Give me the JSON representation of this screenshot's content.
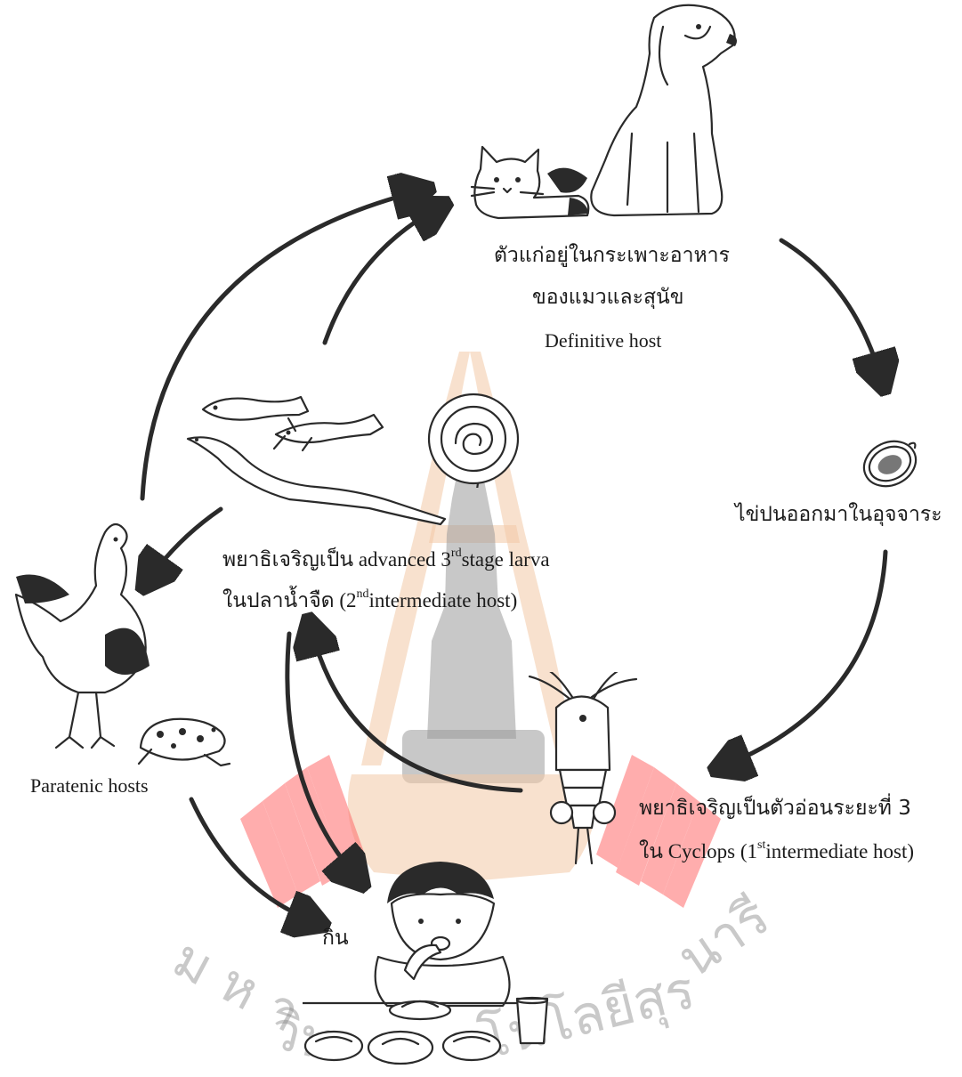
{
  "labels": {
    "definitive_thai_line1": "ตัวแก่อยู่ในกระเพาะอาหาร",
    "definitive_thai_line2": "ของแมวและสุนัข",
    "definitive_eng": "Definitive host",
    "eggs_thai": "ไข่ปนออกมาในอุจจาระ",
    "cyclops_thai": "พยาธิเจริญเป็นตัวอ่อนระยะที่ 3",
    "cyclops_line2_prefix": "ใน Cyclops (1",
    "cyclops_line2_sup": "st",
    "cyclops_line2_suffix": "intermediate host)",
    "fish_line1_prefix": "พยาธิเจริญเป็น advanced 3",
    "fish_line1_sup": "rd",
    "fish_line1_suffix": "stage larva",
    "fish_line2_prefix": "ในปลาน้ำจืด (2",
    "fish_line2_sup": "nd",
    "fish_line2_suffix": "intermediate host)",
    "paratenic": "Paratenic hosts",
    "eat_thai": "กิน"
  },
  "watermark": {
    "text": "มหาวิทยาลัยเทคโนโลยีสุรนารี",
    "colors": {
      "orange": "#f2c9a6",
      "red": "#ff6b6b",
      "grey": "#9a9a9a"
    }
  },
  "icons": [
    "dog-icon",
    "cat-icon",
    "egg-icon",
    "cyclops-icon",
    "fish-icon",
    "eel-icon",
    "larva-cyst-icon",
    "rooster-icon",
    "frog-icon",
    "child-eating-icon",
    "food-bowls-icon",
    "glass-icon"
  ]
}
